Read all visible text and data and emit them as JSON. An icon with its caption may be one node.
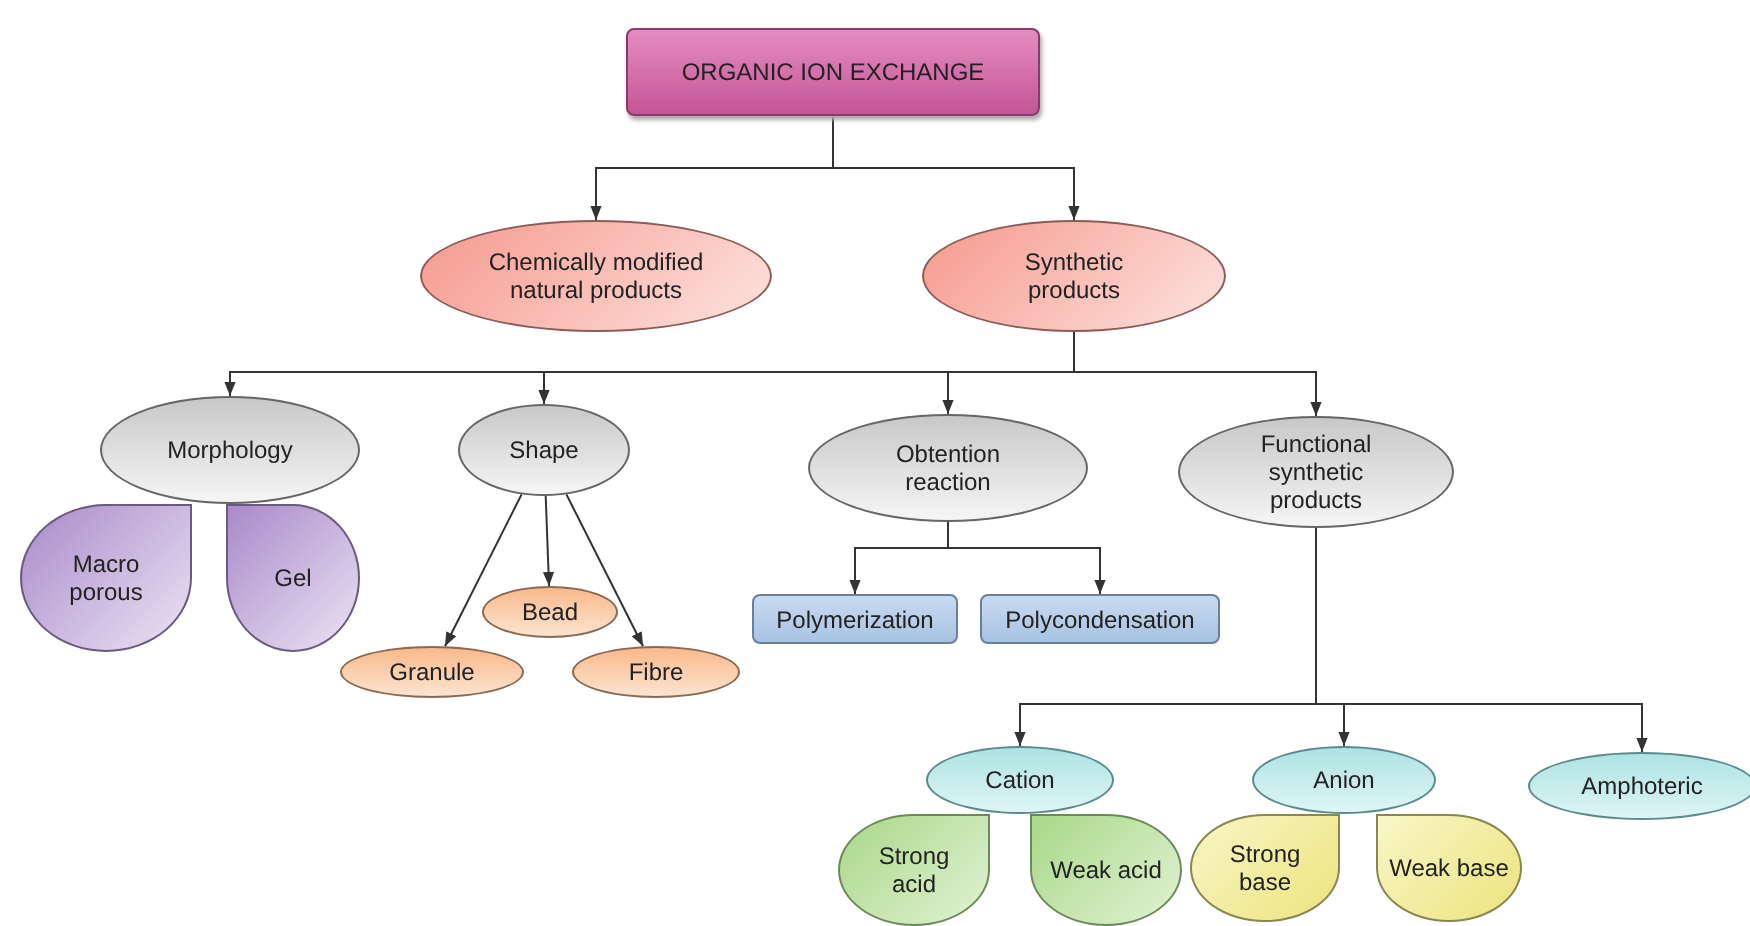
{
  "diagram": {
    "nodes": [
      {
        "text": [
          "ORGANIC ION EXCHANGE"
        ]
      },
      {
        "text": [
          "Chemically modified natural products"
        ]
      },
      {
        "text": [
          "Synthetic products"
        ]
      },
      {
        "text": [
          "Morphology"
        ]
      },
      {
        "text": [
          "Macro porous"
        ]
      },
      {
        "text": [
          "Gel"
        ]
      },
      {
        "text": [
          "Shape"
        ]
      },
      {
        "text": [
          "Bead"
        ]
      },
      {
        "text": [
          "Granule"
        ]
      },
      {
        "text": [
          "Fibre"
        ]
      },
      {
        "text": [
          "Obtention reaction"
        ]
      },
      {
        "text": [
          "Polymerization"
        ]
      },
      {
        "text": [
          "Polycondensation"
        ]
      },
      {
        "text": [
          "Functional synthetic products"
        ]
      },
      {
        "text": [
          "Cation"
        ]
      },
      {
        "text": [
          "Strong acid"
        ]
      },
      {
        "text": [
          "Weak acid"
        ]
      },
      {
        "text": [
          "Anion"
        ]
      },
      {
        "text": [
          "Strong base"
        ]
      },
      {
        "text": [
          "Weak base"
        ]
      },
      {
        "text": [
          "Amphoteric"
        ]
      }
    ],
    "edges": [
      {
        "from": 0,
        "to": 1,
        "arrow": "to"
      },
      {
        "from": 0,
        "to": 2,
        "arrow": "to"
      },
      {
        "from": 2,
        "to": 3,
        "arrow": "to"
      },
      {
        "from": 2,
        "to": 6,
        "arrow": "to"
      },
      {
        "from": 2,
        "to": 10,
        "arrow": "to"
      },
      {
        "from": 2,
        "to": 13,
        "arrow": "to"
      },
      {
        "from": 6,
        "to": 8,
        "arrow": "to"
      },
      {
        "from": 6,
        "to": 7,
        "arrow": "to"
      },
      {
        "from": 6,
        "to": 9,
        "arrow": "to"
      },
      {
        "from": 10,
        "to": 11,
        "arrow": "to"
      },
      {
        "from": 10,
        "to": 12,
        "arrow": "to"
      },
      {
        "from": 13,
        "to": 14,
        "arrow": "to"
      },
      {
        "from": 13,
        "to": 17,
        "arrow": "to"
      },
      {
        "from": 13,
        "to": 20,
        "arrow": "to"
      }
    ]
  }
}
